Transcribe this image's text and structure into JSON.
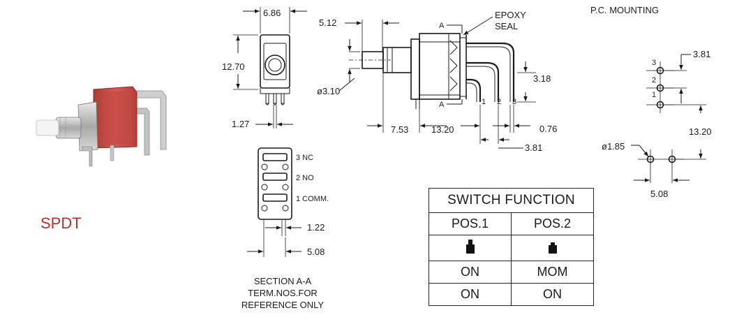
{
  "product": {
    "type_label": "SPDT",
    "photo_name": "pushbutton switch photo"
  },
  "front_view": {
    "width_dim": "6.86",
    "height_dim": "12.70",
    "pitch_dim": "1.27"
  },
  "side_view": {
    "plunger_dim": "5.12",
    "hole_dim": "ø3.10",
    "left_dim": "7.53",
    "body_dim": "13.20",
    "term_dim": "3.18",
    "thick_dim": "0.76",
    "spacing_dim": "3.81",
    "epoxy_label_1": "EPOXY",
    "epoxy_label_2": "SEAL",
    "section_a_top": "A",
    "section_a_bottom": "A",
    "term_1": "1",
    "term_2": "2",
    "term_3": "3"
  },
  "section_view": {
    "term_3": "3 NC",
    "term_2": "2 NO",
    "term_1": "1 COMM.",
    "dim_122": "1.22",
    "dim_508": "5.08",
    "caption_1": "SECTION A-A",
    "caption_2": "TERM.NOS.FOR",
    "caption_3": "REFERENCE ONLY"
  },
  "pc_mounting": {
    "title": "P.C. MOUNTING",
    "dim_381": "3.81",
    "dim_1320": "13.20",
    "dim_hole": "ø1.85",
    "dim_508": "5.08",
    "label_3": "3",
    "label_2": "2",
    "label_1": "1"
  },
  "switch_function": {
    "title": "SWITCH FUNCTION",
    "pos1": "POS.1",
    "pos2": "POS.2",
    "row1_pos1": "ON",
    "row1_pos2": "MOM",
    "row2_pos1": "ON",
    "row2_pos2": "ON"
  },
  "colors": {
    "housing_red": "#c8453f",
    "label_red": "#b0322c",
    "metal": "#b8b8b8"
  }
}
